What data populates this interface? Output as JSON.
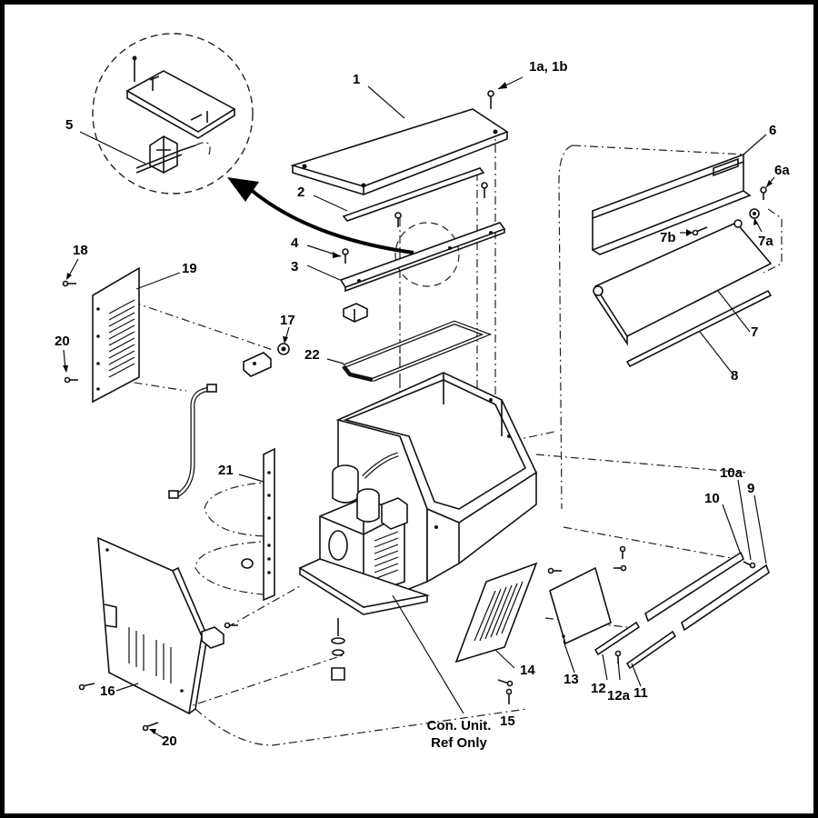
{
  "callouts": [
    {
      "id": "c1",
      "text": "1"
    },
    {
      "id": "c1a",
      "text": "1a, 1b"
    },
    {
      "id": "c2",
      "text": "2"
    },
    {
      "id": "c3",
      "text": "3"
    },
    {
      "id": "c4",
      "text": "4"
    },
    {
      "id": "c5",
      "text": "5"
    },
    {
      "id": "c6",
      "text": "6"
    },
    {
      "id": "c6a",
      "text": "6a"
    },
    {
      "id": "c7",
      "text": "7"
    },
    {
      "id": "c7a",
      "text": "7a"
    },
    {
      "id": "c7b",
      "text": "7b"
    },
    {
      "id": "c8",
      "text": "8"
    },
    {
      "id": "c9",
      "text": "9"
    },
    {
      "id": "c10",
      "text": "10"
    },
    {
      "id": "c10a",
      "text": "10a"
    },
    {
      "id": "c11",
      "text": "11"
    },
    {
      "id": "c12",
      "text": "12"
    },
    {
      "id": "c12a",
      "text": "12a"
    },
    {
      "id": "c13",
      "text": "13"
    },
    {
      "id": "c14",
      "text": "14"
    },
    {
      "id": "c15",
      "text": "15"
    },
    {
      "id": "c16",
      "text": "16"
    },
    {
      "id": "c17",
      "text": "17"
    },
    {
      "id": "c18",
      "text": "18"
    },
    {
      "id": "c19",
      "text": "19"
    },
    {
      "id": "c20a",
      "text": "20"
    },
    {
      "id": "c20b",
      "text": "20"
    },
    {
      "id": "c21",
      "text": "21"
    },
    {
      "id": "c22",
      "text": "22"
    }
  ],
  "caption": {
    "line1": "Con. Unit.",
    "line2": "Ref Only"
  }
}
